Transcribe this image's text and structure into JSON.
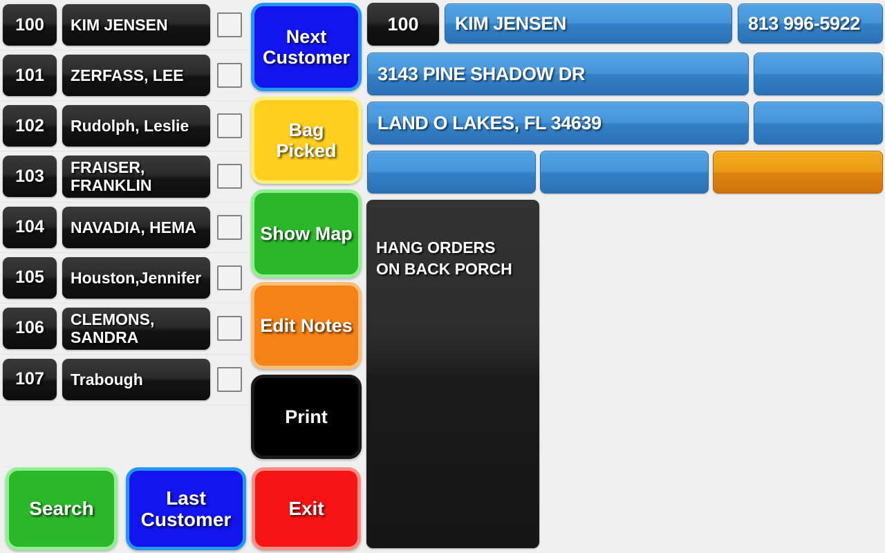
{
  "customer_list": {
    "rows": [
      {
        "id": "100",
        "name": "KIM JENSEN",
        "checked": false
      },
      {
        "id": "101",
        "name": "ZERFASS, LEE",
        "checked": false
      },
      {
        "id": "102",
        "name": "Rudolph, Leslie",
        "checked": false
      },
      {
        "id": "103",
        "name": "FRAISER, FRANKLIN",
        "checked": false
      },
      {
        "id": "104",
        "name": "NAVADIA, HEMA",
        "checked": false
      },
      {
        "id": "105",
        "name": "Houston,Jennifer",
        "checked": false
      },
      {
        "id": "106",
        "name": "CLEMONS, SANDRA",
        "checked": false
      },
      {
        "id": "107",
        "name": "Trabough",
        "checked": false
      }
    ]
  },
  "actions": {
    "next_customer": "Next\nCustomer",
    "bag_picked": "Bag\nPicked",
    "show_map": "Show Map",
    "edit_notes": "Edit Notes",
    "print": "Print"
  },
  "bottom": {
    "search": "Search",
    "last_customer": "Last\nCustomer",
    "exit": "Exit"
  },
  "detail": {
    "id": "100",
    "name": "KIM JENSEN",
    "phone": "813 996-5922",
    "address": "3143 PINE SHADOW DR",
    "city_state_zip": "LAND O LAKES, FL 34639",
    "aux1": "",
    "aux2": "",
    "aux3": "",
    "aux4": "",
    "action_field": "",
    "notes": "HANG ORDERS\nON BACK PORCH"
  },
  "colors": {
    "blue_button": "#1414ee",
    "blue_border": "#2196f3",
    "yellow_button": "#ffce1f",
    "yellow_border": "#fdf07a",
    "green_button": "#2ab82a",
    "green_border": "#90ef90",
    "orange_button": "#f58216",
    "orange_border": "#fbbd78",
    "red_button": "#f61414",
    "red_border": "#f98c84",
    "black_button": "#000000",
    "field_blue": "#3380c6",
    "field_orange": "#de8410",
    "dark_row": "#1a1a1a",
    "page_background": "#efefef"
  }
}
